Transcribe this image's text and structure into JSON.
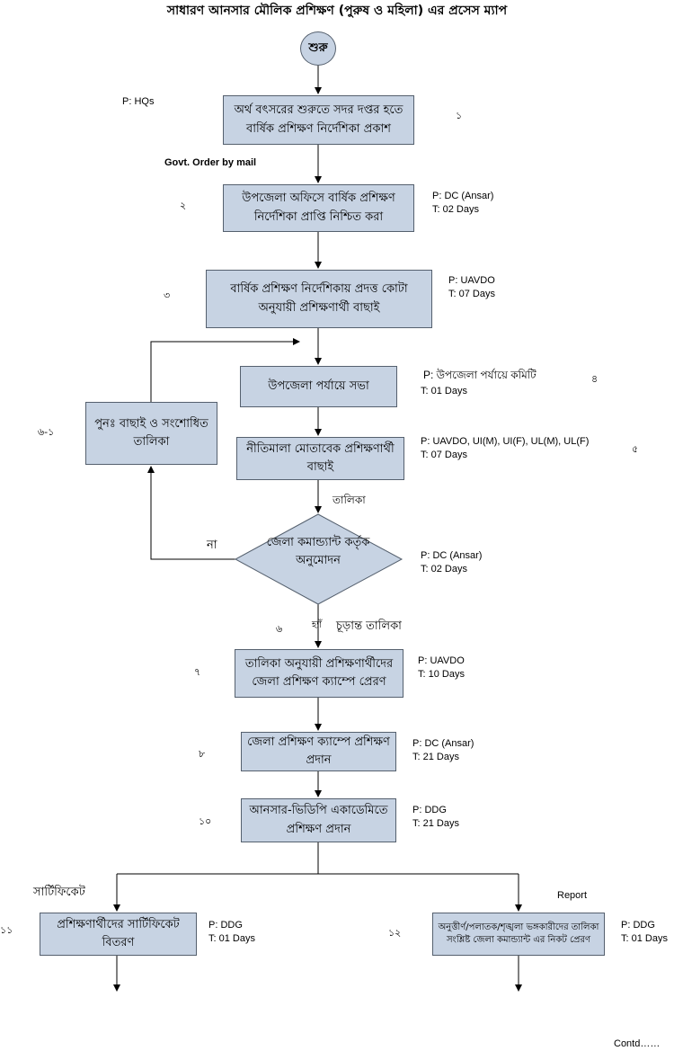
{
  "title": "সাধারণ আনসার মৌলিক প্রশিক্ষণ (পুরুষ ও মহিলা) এর প্রসেস ম্যাপ",
  "start": "শুরু",
  "steps": [
    {
      "text": "অর্থ বৎসরের শুরুতে সদর দপ্তর হতে বার্ষিক প্রশিক্ষণ নির্দেশিকা প্রকাশ",
      "num": "১",
      "p": "P: HQs",
      "t": ""
    },
    {
      "text": "উপজেলা অফিসে বার্ষিক প্রশিক্ষণ নির্দেশিকা প্রাপ্তি নিশ্চিত করা",
      "num": "২",
      "p": "P: DC (Ansar)",
      "t": "T: 02 Days"
    },
    {
      "text": "বার্ষিক প্রশিক্ষণ নির্দেশিকায় প্রদত্ত কোটা অনুযায়ী প্রশিক্ষণার্থী বাছাই",
      "num": "৩",
      "p": "P: UAVDO",
      "t": "T: 07 Days"
    },
    {
      "text": "উপজেলা পর্যায়ে সভা",
      "num": "৪",
      "p": "P: উপজেলা পর্যায়ে কমিটি",
      "t": "T: 01 Days"
    },
    {
      "text": "নীতিমালা মোতাবেক প্রশিক্ষণার্থী বাছাই",
      "num": "৫",
      "p": "P: UAVDO, UI(M), UI(F), UL(M), UL(F)",
      "t": "T: 07 Days"
    },
    {
      "text": "পুনঃ  বাছাই ও সংশোধিত তালিকা",
      "num": "৬-১"
    },
    {
      "text": "জেলা কমান্ড্যান্ট কর্তৃক অনুমোদন",
      "num": "৬",
      "p": "P: DC (Ansar)",
      "t": "T: 02 Days"
    },
    {
      "text": "তালিকা অনুযায়ী প্রশিক্ষণার্থীদের জেলা প্রশিক্ষণ ক্যাম্পে প্রেরণ",
      "num": "৭",
      "p": "P: UAVDO",
      "t": "T: 10 Days"
    },
    {
      "text": "জেলা প্রশিক্ষণ ক্যাম্পে প্রশিক্ষণ প্রদান",
      "num": "৮",
      "p": "P: DC (Ansar)",
      "t": "T: 21 Days"
    },
    {
      "text": "আনসার-ভিডিপি একাডেমিতে প্রশিক্ষণ প্রদান",
      "num": "১০",
      "p": "P: DDG",
      "t": "T: 21 Days"
    },
    {
      "text": "প্রশিক্ষণার্থীদের  সার্টিফিকেট বিতরণ",
      "num": "১১",
      "p": "P: DDG",
      "t": "T: 01 Days"
    },
    {
      "text": "অনুত্তীর্ণ/পলাতক/শৃঙ্খলা ভঙ্গকারীদের তালিকা সংশ্লিষ্ট  জেলা কমান্ড্যান্ট এর নিকট প্রেরণ",
      "num": "১২",
      "p": "P: DDG",
      "t": "T: 01 Days"
    }
  ],
  "edge_labels": {
    "govt_order": "Govt. Order by mail",
    "list": "তালিকা",
    "no": "না",
    "yes": "হ্যাঁ",
    "final_list": "চূড়ান্ত তালিকা",
    "certificate": "সার্টিফিকেট",
    "report": "Report"
  },
  "contd": "Contd……"
}
